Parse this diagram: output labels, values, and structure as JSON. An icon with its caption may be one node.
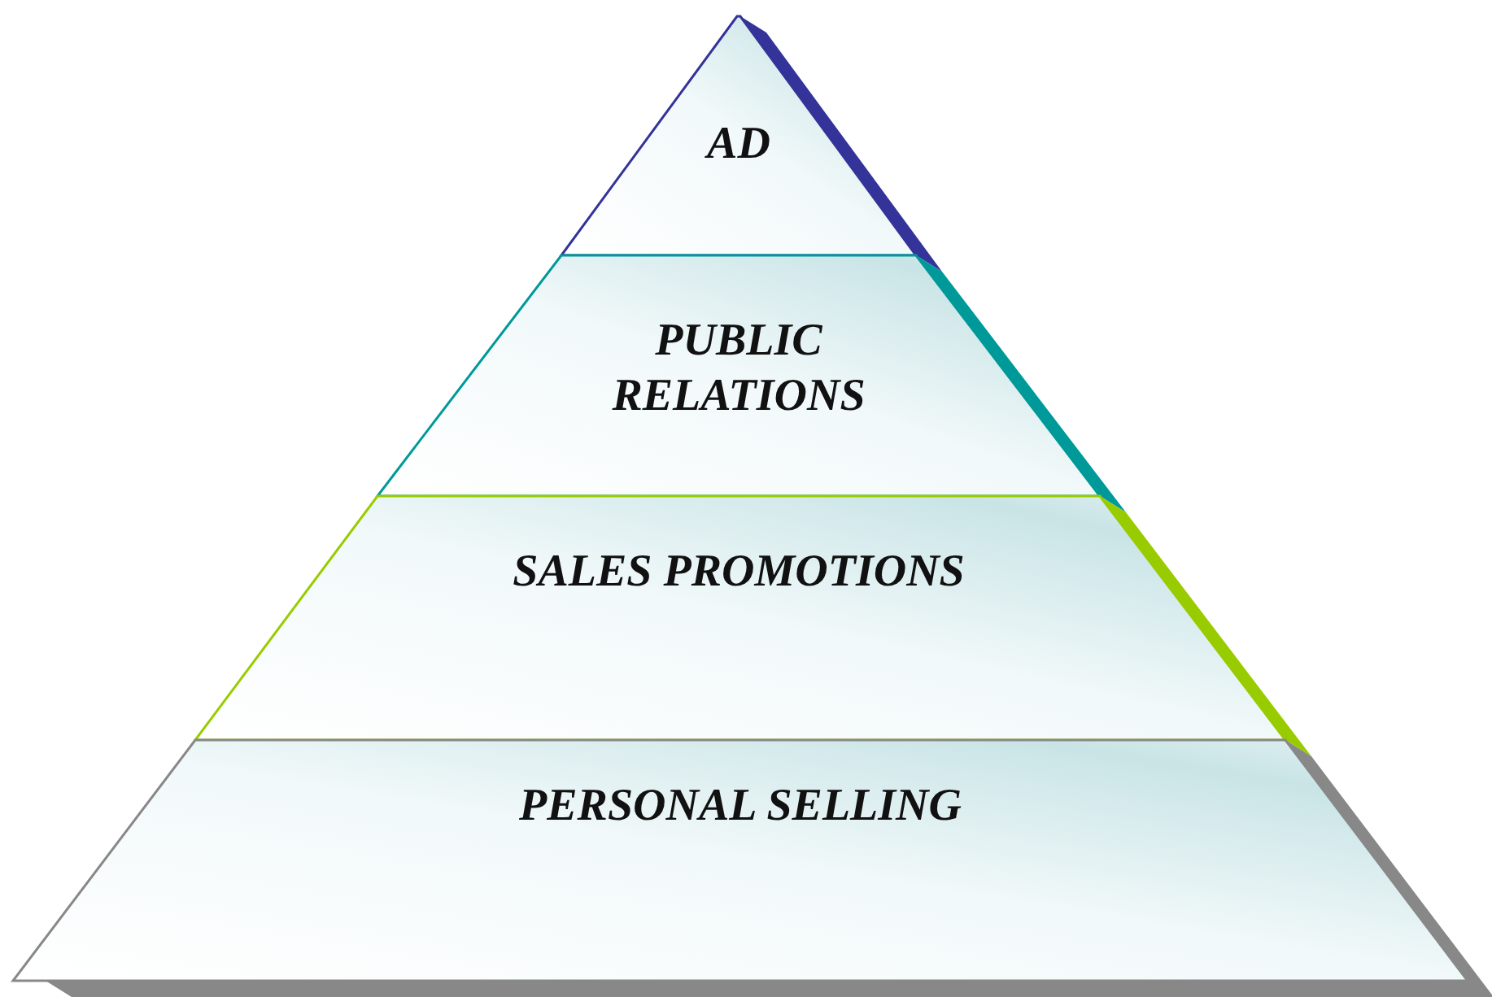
{
  "diagram": {
    "nodes": [
      {
        "text": [
          "AD"
        ]
      },
      {
        "text": [
          "PUBLIC RELATIONS"
        ]
      },
      {
        "text": [
          "SALES PROMOTIONS"
        ]
      },
      {
        "text": [
          "PERSONAL SELLING"
        ]
      }
    ]
  }
}
